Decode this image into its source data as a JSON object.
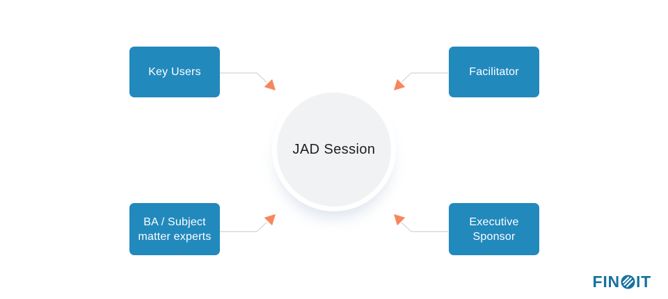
{
  "diagram": {
    "center": {
      "label": "JAD Session"
    },
    "nodes": [
      {
        "id": "key-users",
        "label": "Key Users",
        "position": "top-left"
      },
      {
        "id": "facilitator",
        "label": "Facilitator",
        "position": "top-right"
      },
      {
        "id": "ba-subject-matter-experts",
        "label": "BA / Subject matter experts",
        "position": "bottom-left"
      },
      {
        "id": "executive-sponsor",
        "label": "Executive Sponsor",
        "position": "bottom-right"
      }
    ],
    "colors": {
      "node_fill": "#2289bd",
      "node_text": "#ffffff",
      "center_fill": "#f1f2f3",
      "center_text": "#1e1e1e",
      "connector_line": "#dadada",
      "arrowhead": "#f6875c",
      "logo": "#17719f",
      "background": "#ffffff"
    }
  },
  "branding": {
    "logo_prefix": "FIN",
    "logo_suffix": "IT",
    "logo_name": "FINOIT"
  }
}
